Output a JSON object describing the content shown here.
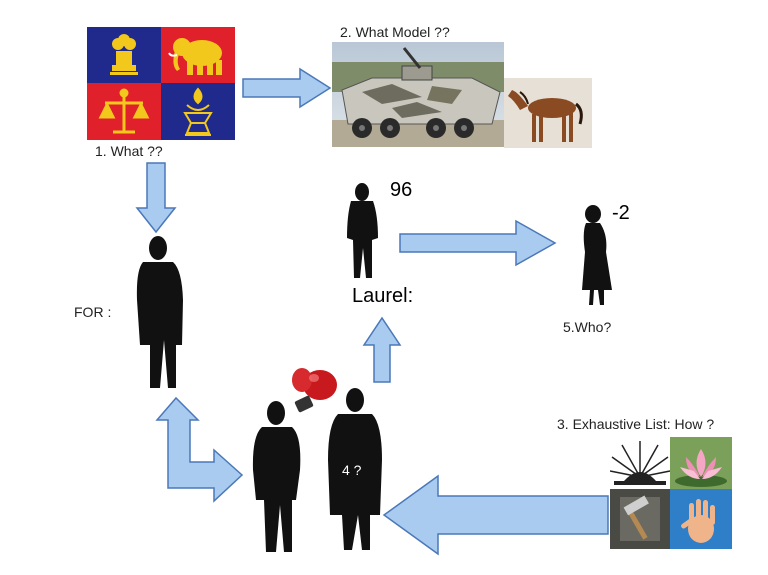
{
  "labels": {
    "what": "1. What ??",
    "model": "2. What Model ??",
    "exhaustive": "3. Exhaustive List: How ?",
    "four": "4 ?",
    "who": "5.Who?",
    "for": "FOR :",
    "laurel": "Laurel:",
    "score_top": "96",
    "score_woman": "-2"
  },
  "flag": {
    "quadrants": [
      "emblem-lion-capital",
      "elephant",
      "scales-of-justice",
      "lotus-lamp"
    ],
    "colors": {
      "blue": "#1f2a8c",
      "red": "#e0202a",
      "gold": "#f2c81c"
    }
  },
  "pictures": [
    "armored-vehicle",
    "horse"
  ],
  "symbols": [
    "rising-sun",
    "lotus-flower",
    "hammer",
    "open-palm"
  ],
  "colors": {
    "arrow_fill": "#a9cbf0",
    "arrow_stroke": "#4a78b8",
    "silhouette": "#111111",
    "glove": "#c8191e"
  }
}
